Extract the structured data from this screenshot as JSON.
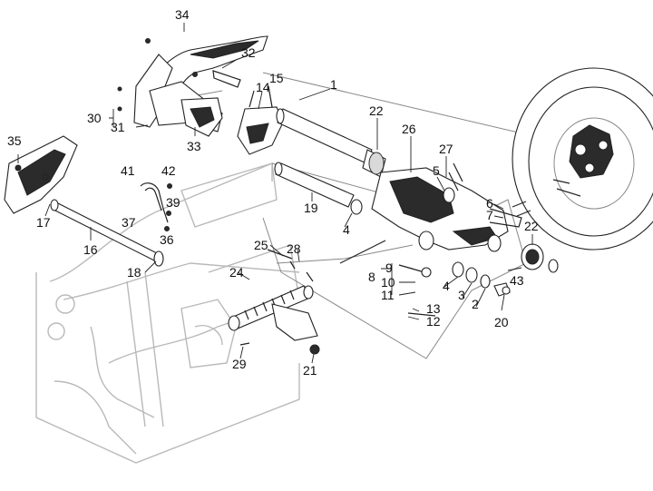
{
  "callouts": [
    {
      "id": "c34",
      "text": "34"
    },
    {
      "id": "c32",
      "text": "32"
    },
    {
      "id": "c15",
      "text": "15"
    },
    {
      "id": "c14",
      "text": "14"
    },
    {
      "id": "c1",
      "text": "1"
    },
    {
      "id": "c30",
      "text": "30"
    },
    {
      "id": "c31",
      "text": "31"
    },
    {
      "id": "c33",
      "text": "33"
    },
    {
      "id": "c22a",
      "text": "22"
    },
    {
      "id": "c26",
      "text": "26"
    },
    {
      "id": "c27",
      "text": "27"
    },
    {
      "id": "c5",
      "text": "5"
    },
    {
      "id": "c35",
      "text": "35"
    },
    {
      "id": "c41",
      "text": "41"
    },
    {
      "id": "c42",
      "text": "42"
    },
    {
      "id": "c39",
      "text": "39"
    },
    {
      "id": "c37",
      "text": "37"
    },
    {
      "id": "c36",
      "text": "36"
    },
    {
      "id": "c17",
      "text": "17"
    },
    {
      "id": "c16",
      "text": "16"
    },
    {
      "id": "c18",
      "text": "18"
    },
    {
      "id": "c19",
      "text": "19"
    },
    {
      "id": "c6",
      "text": "6"
    },
    {
      "id": "c7",
      "text": "7"
    },
    {
      "id": "c22b",
      "text": "22"
    },
    {
      "id": "c4a",
      "text": "4"
    },
    {
      "id": "c25",
      "text": "25"
    },
    {
      "id": "c28",
      "text": "28"
    },
    {
      "id": "c9",
      "text": "9"
    },
    {
      "id": "c8",
      "text": "8"
    },
    {
      "id": "c10",
      "text": "10"
    },
    {
      "id": "c11",
      "text": "11"
    },
    {
      "id": "c4b",
      "text": "4"
    },
    {
      "id": "c3",
      "text": "3"
    },
    {
      "id": "c2",
      "text": "2"
    },
    {
      "id": "c43",
      "text": "43"
    },
    {
      "id": "c24",
      "text": "24"
    },
    {
      "id": "c13",
      "text": "13"
    },
    {
      "id": "c12",
      "text": "12"
    },
    {
      "id": "c20",
      "text": "20"
    },
    {
      "id": "c29",
      "text": "29"
    },
    {
      "id": "c21",
      "text": "21"
    }
  ]
}
